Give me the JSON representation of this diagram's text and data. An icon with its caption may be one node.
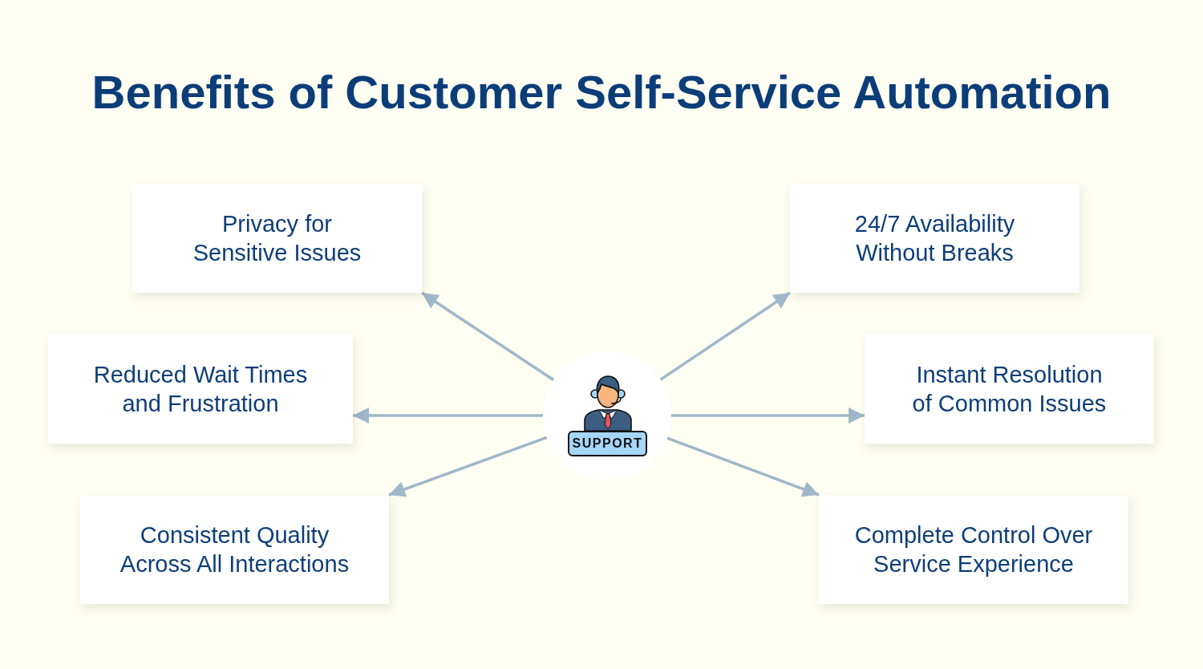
{
  "diagram": {
    "title": "Benefits of Customer Self-Service Automation",
    "nodes": [
      {
        "text": [
          "SUPPORT"
        ]
      },
      {
        "text": [
          "Privacy for Sensitive Issues"
        ]
      },
      {
        "text": [
          "24/7 Availability Without Breaks"
        ]
      },
      {
        "text": [
          "Reduced Wait Times and Frustration"
        ]
      },
      {
        "text": [
          "Instant Resolution of Common Issues"
        ]
      },
      {
        "text": [
          "Consistent Quality Across All Interactions"
        ]
      },
      {
        "text": [
          "Complete Control Over Service Experience"
        ]
      }
    ],
    "edges": [
      {
        "from": 0,
        "to": 1,
        "arrow": "to"
      },
      {
        "from": 0,
        "to": 2,
        "arrow": "to"
      },
      {
        "from": 0,
        "to": 3,
        "arrow": "to"
      },
      {
        "from": 0,
        "to": 4,
        "arrow": "to"
      },
      {
        "from": 0,
        "to": 5,
        "arrow": "to"
      },
      {
        "from": 0,
        "to": 6,
        "arrow": "to"
      }
    ]
  }
}
